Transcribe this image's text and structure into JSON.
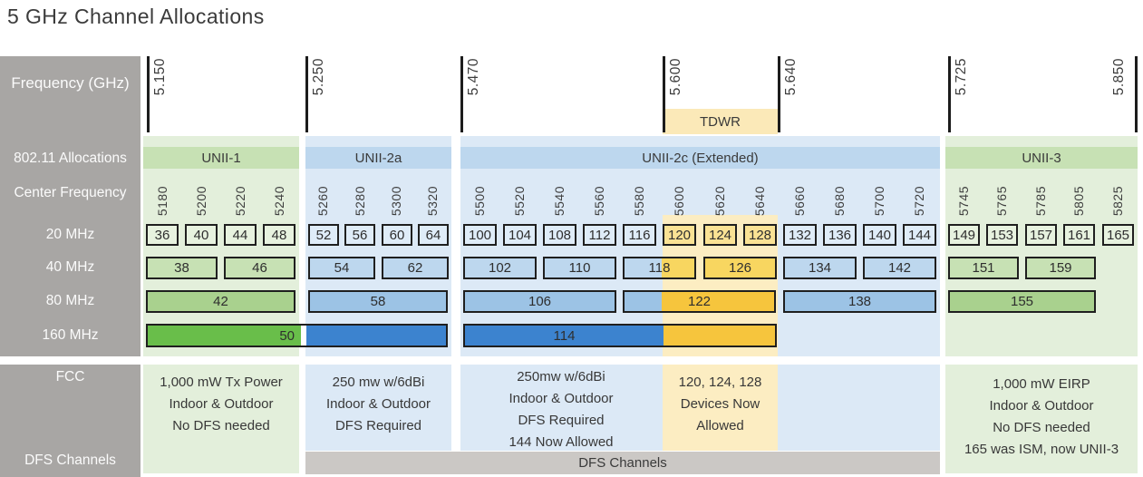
{
  "title": "5 GHz Channel Allocations",
  "row_labels": {
    "frequency": "Frequency (GHz)",
    "allocations": "802.11 Allocations",
    "center_frequency": "Center Frequency",
    "mhz20": "20 MHz",
    "mhz40": "40 MHz",
    "mhz80": "80 MHz",
    "mhz160": "160 MHz",
    "fcc": "FCC",
    "dfs": "DFS Channels"
  },
  "ticks": [
    "5.150",
    "5.250",
    "5.470",
    "5.600",
    "5.640",
    "5.725",
    "5.850"
  ],
  "tdwr_label": "TDWR",
  "dfs_bar_label": "DFS Channels",
  "bands": [
    {
      "label": "UNII-1",
      "scheme": "green",
      "center_frequencies": [
        "5180",
        "5200",
        "5220",
        "5240"
      ],
      "fcc_lines": [
        "1,000 mW Tx Power",
        "Indoor & Outdoor",
        "No DFS needed"
      ]
    },
    {
      "label": "UNII-2a",
      "scheme": "blue",
      "center_frequencies": [
        "5260",
        "5280",
        "5300",
        "5320"
      ],
      "fcc_lines": [
        "250 mw w/6dBi",
        "Indoor & Outdoor",
        "DFS Required"
      ]
    },
    {
      "label": "UNII-2c (Extended)",
      "scheme": "blue",
      "center_frequencies": [
        "5500",
        "5520",
        "5540",
        "5560",
        "5580",
        "5600",
        "5620",
        "5640",
        "5660",
        "5680",
        "5700",
        "5720"
      ],
      "fcc_lines": [
        "250mw w/6dBi",
        "Indoor & Outdoor",
        "DFS Required",
        "144 Now Allowed"
      ]
    },
    {
      "label": "UNII-3",
      "scheme": "green",
      "center_frequencies": [
        "5745",
        "5765",
        "5785",
        "5805",
        "5825"
      ],
      "fcc_lines": [
        "1,000 mW EIRP",
        "Indoor & Outdoor",
        "No DFS needed",
        "165 was ISM, now UNII-3"
      ]
    }
  ],
  "tdwr_note_lines": [
    "120, 124, 128",
    "Devices Now",
    "Allowed"
  ],
  "channels": {
    "mhz20": [
      {
        "label": "36"
      },
      {
        "label": "40"
      },
      {
        "label": "44"
      },
      {
        "label": "48"
      },
      {
        "label": "52"
      },
      {
        "label": "56"
      },
      {
        "label": "60"
      },
      {
        "label": "64"
      },
      {
        "label": "100"
      },
      {
        "label": "104"
      },
      {
        "label": "108"
      },
      {
        "label": "112"
      },
      {
        "label": "116"
      },
      {
        "label": "120"
      },
      {
        "label": "124"
      },
      {
        "label": "128"
      },
      {
        "label": "132"
      },
      {
        "label": "136"
      },
      {
        "label": "140"
      },
      {
        "label": "144"
      },
      {
        "label": "149"
      },
      {
        "label": "153"
      },
      {
        "label": "157"
      },
      {
        "label": "161"
      },
      {
        "label": "165"
      }
    ],
    "mhz40": [
      {
        "label": "38"
      },
      {
        "label": "46"
      },
      {
        "label": "54"
      },
      {
        "label": "62"
      },
      {
        "label": "102"
      },
      {
        "label": "110"
      },
      {
        "label": "118"
      },
      {
        "label": "126"
      },
      {
        "label": "134"
      },
      {
        "label": "142"
      },
      {
        "label": "151"
      },
      {
        "label": "159"
      }
    ],
    "mhz80": [
      {
        "label": "42"
      },
      {
        "label": "58"
      },
      {
        "label": "106"
      },
      {
        "label": "122"
      },
      {
        "label": "138"
      },
      {
        "label": "155"
      }
    ],
    "mhz160": [
      {
        "label": "50"
      },
      {
        "label": "114"
      }
    ]
  },
  "colors": {
    "green_column": "#E3EFDB",
    "green_band_header": "#C7E1B4",
    "green_80": "#A9D18E",
    "green_160": "#69BE4A",
    "blue_column": "#DCE9F6",
    "blue_band_header": "#BDD7EE",
    "blue_80": "#9CC3E5",
    "blue_160": "#3C83CF",
    "yellow_highlight": "#FCEDC2",
    "yellow_20": "#FAE294",
    "yellow_40": "#F8D660",
    "yellow_strong": "#F6C53D",
    "panel_gray": "#A8A6A4",
    "dfs_bar_gray": "#CBC8C5"
  }
}
